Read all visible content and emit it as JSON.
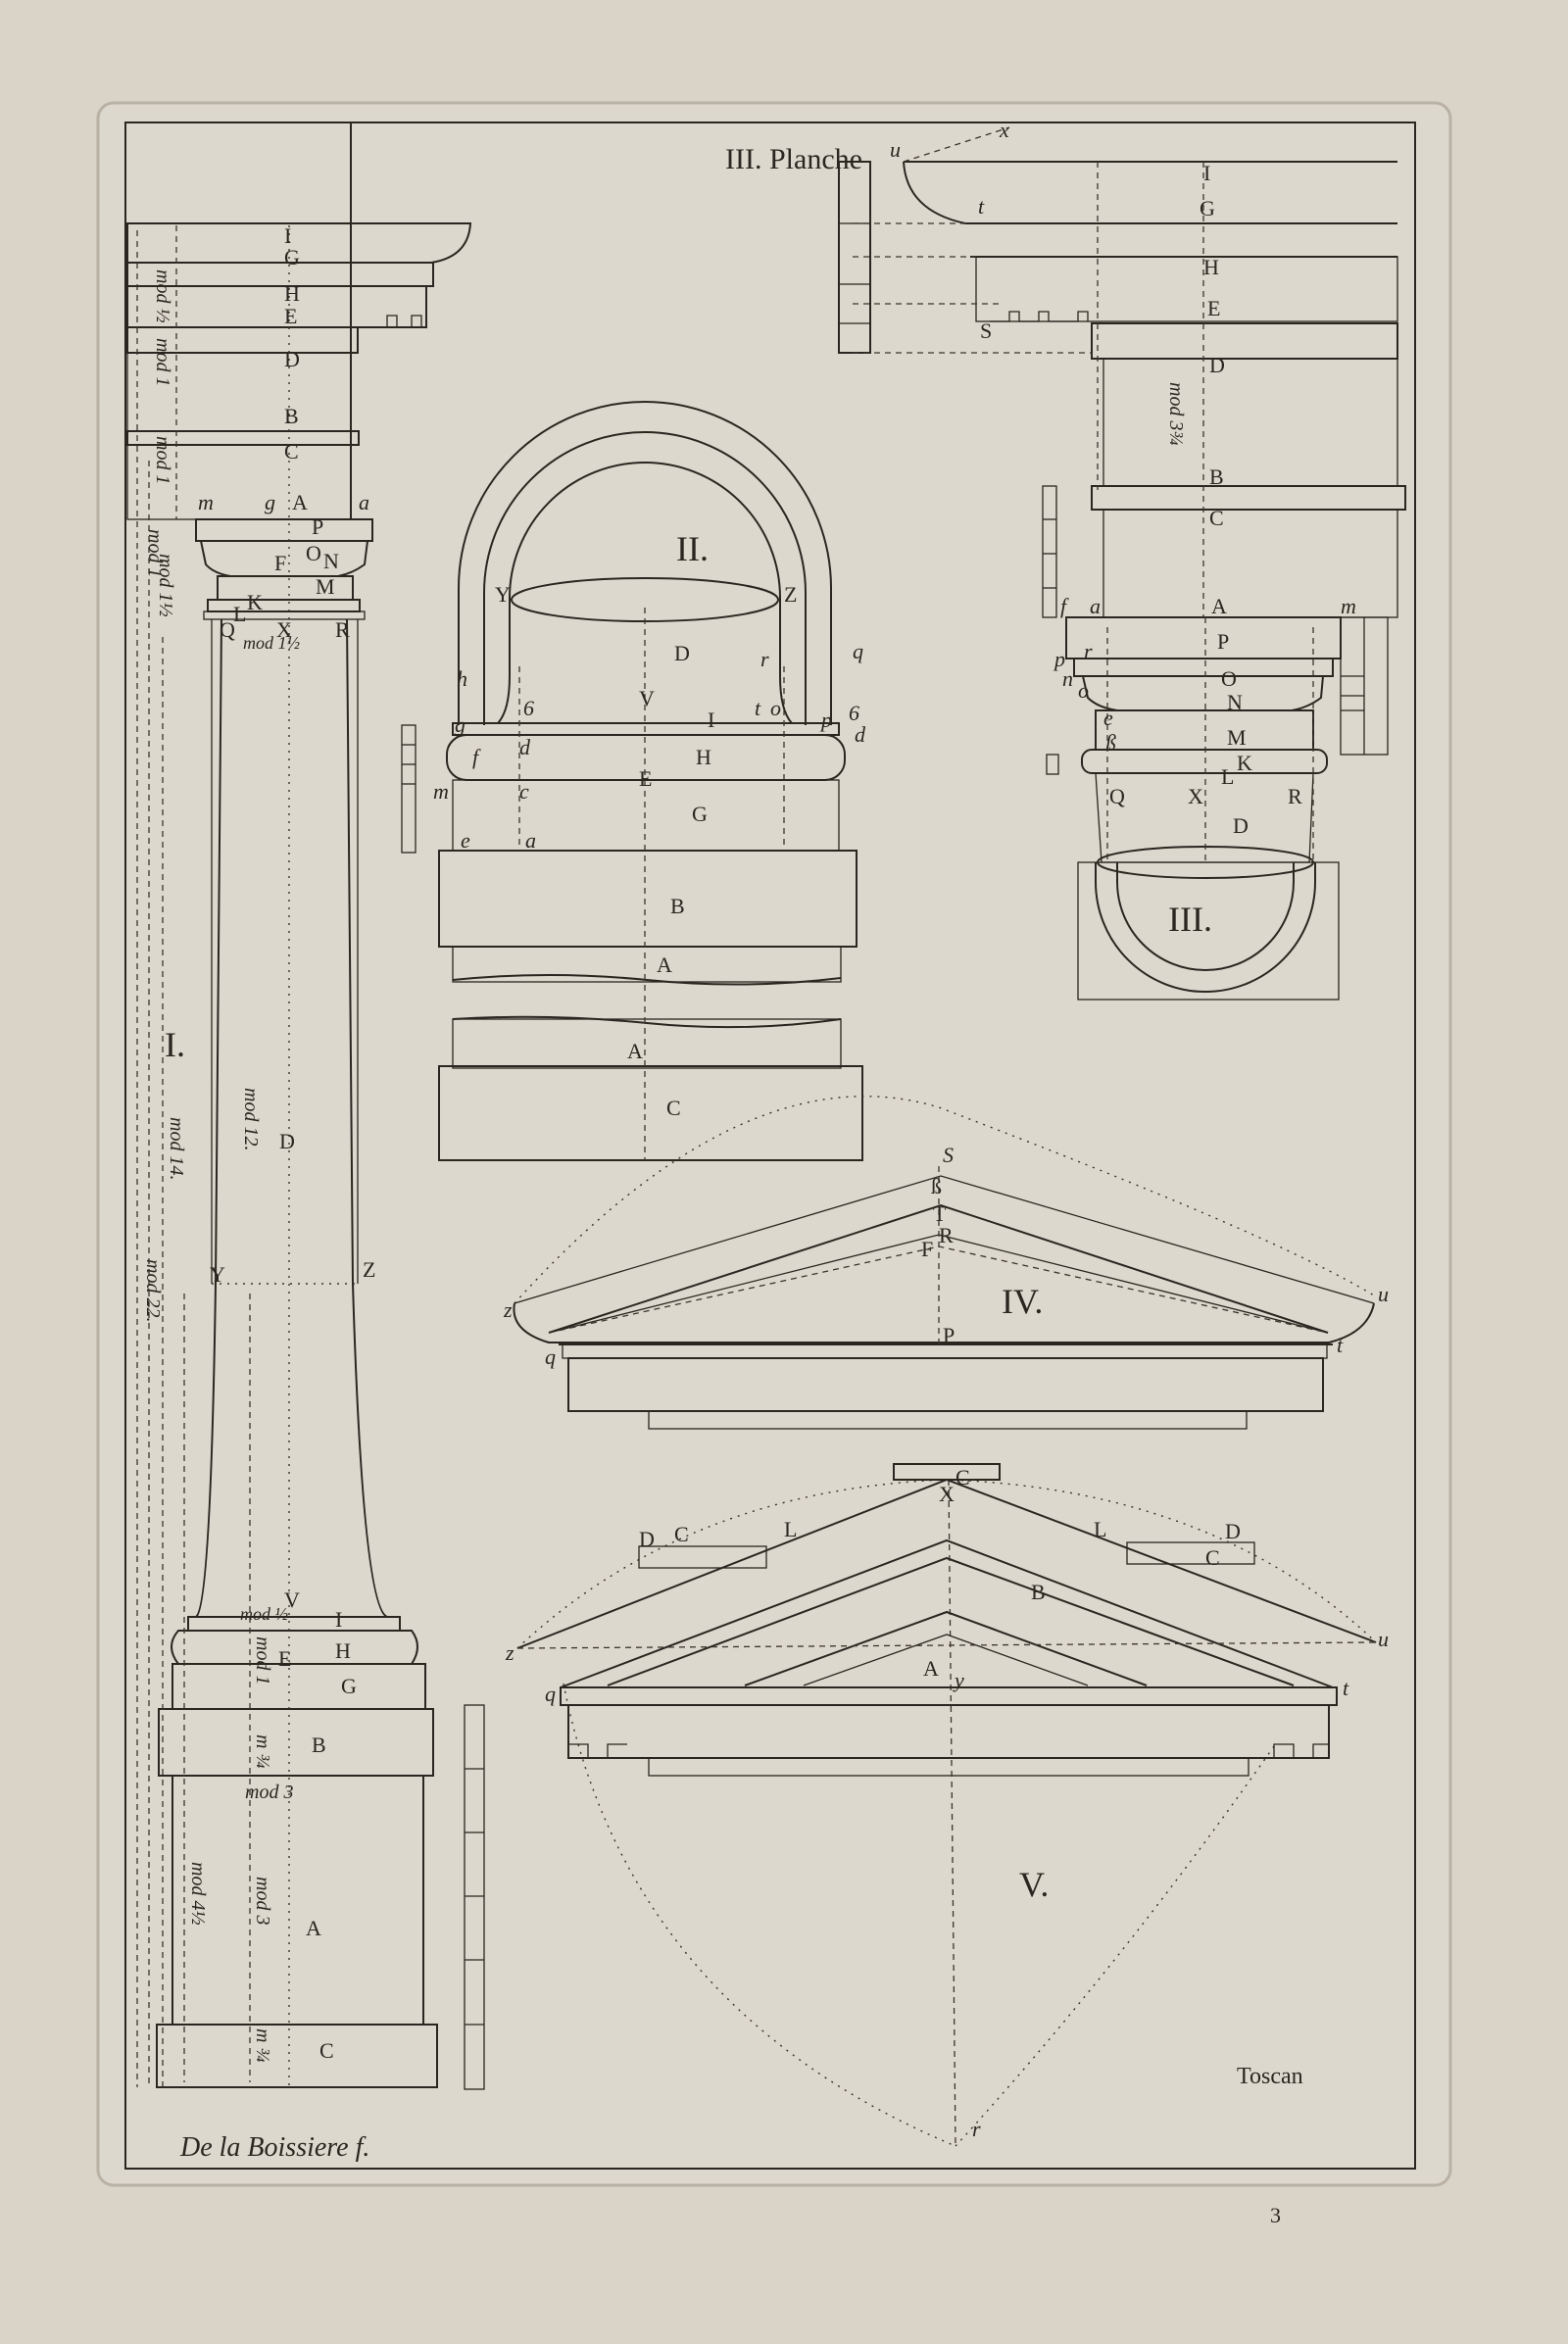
{
  "plate": {
    "title": "III. Planche",
    "order": "Toscan",
    "engraver": "De la Boissiere f.",
    "corner_mark": "3"
  },
  "figures": {
    "fig1": {
      "numeral": "I.",
      "letters": [
        "I",
        "G",
        "H",
        "E",
        "D",
        "B",
        "C",
        "A",
        "P",
        "O",
        "N",
        "F",
        "M",
        "K",
        "L",
        "X",
        "Q",
        "R",
        "Y",
        "Z",
        "D",
        "V",
        "I",
        "H",
        "E",
        "G",
        "B",
        "A",
        "C"
      ],
      "notes": {
        "mod_half": "mod ½",
        "mod_1a": "mod 1",
        "mod_1b": "mod 1",
        "mod_1c": "mod 1",
        "mod_1half": "mod 1½",
        "mod_12": "mod 12.",
        "mod_14": "mod 14.",
        "mod_22": "mod 22.",
        "mod_half_base": "mod ½",
        "mod_1_base": "mod 1",
        "mod_34": "m ¾",
        "mod_3": "mod 3",
        "mod_4half": "mod 4½",
        "mod_3b": "mod 3",
        "mod_34b": "m ¾"
      }
    },
    "fig2": {
      "numeral": "II."
    },
    "fig3": {
      "numeral": "III.",
      "note": "mod 3¾"
    },
    "fig4": {
      "numeral": "IV."
    },
    "fig5": {
      "numeral": "V."
    }
  },
  "colors": {
    "paper": "#d9d3c8",
    "ink": "#2a2620"
  }
}
